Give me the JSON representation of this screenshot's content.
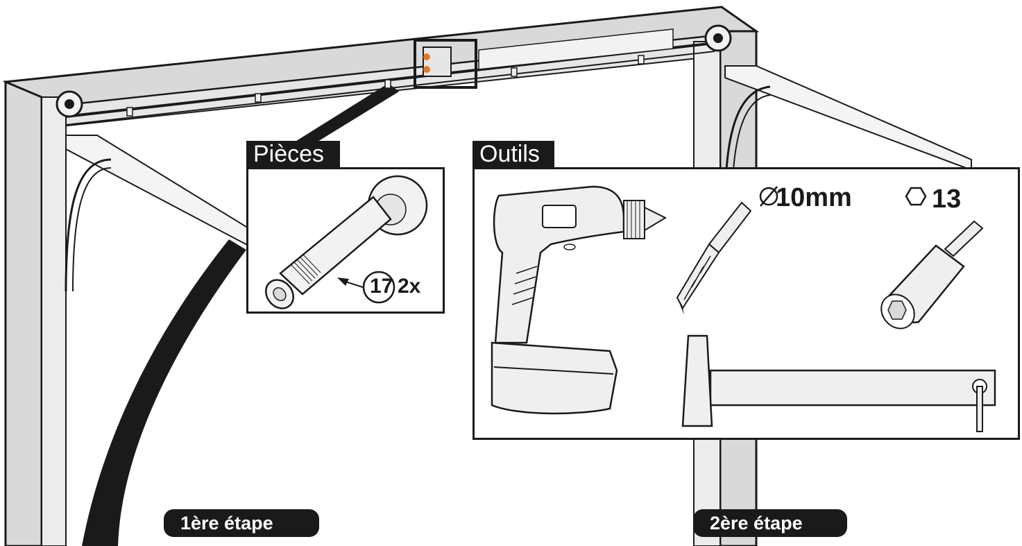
{
  "panels": {
    "parts": {
      "title": "Pièces",
      "part_number": "17",
      "quantity": "2x"
    },
    "tools": {
      "title": "Outils",
      "drill_bit_size": "10mm",
      "socket_size": "13"
    }
  },
  "steps": {
    "step1": "1ère étape",
    "step2": "2ère étape"
  },
  "colors": {
    "frame": "#d9d9d9",
    "ink": "#1a1a1a",
    "tool_fill": "#efefef",
    "accent": "#e07a2a"
  }
}
